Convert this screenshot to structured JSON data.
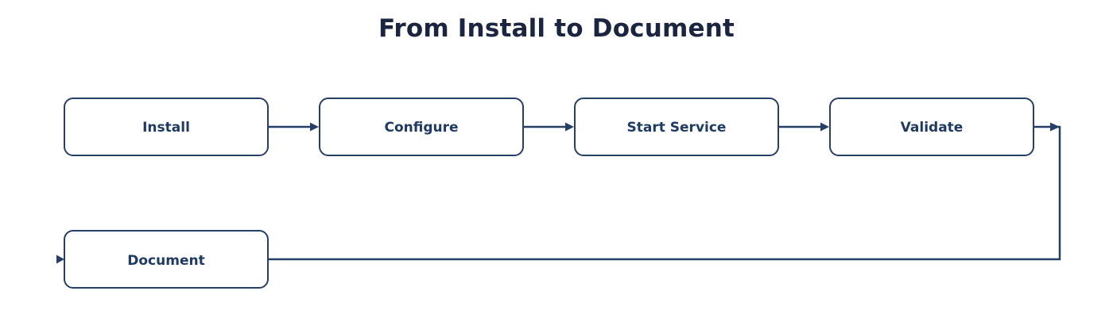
{
  "title": "From Install to Document",
  "nodes": [
    {
      "id": "install",
      "label": "Install"
    },
    {
      "id": "configure",
      "label": "Configure"
    },
    {
      "id": "start-service",
      "label": "Start Service"
    },
    {
      "id": "validate",
      "label": "Validate"
    },
    {
      "id": "document",
      "label": "Document"
    }
  ],
  "edges": [
    {
      "from": "install",
      "to": "configure"
    },
    {
      "from": "configure",
      "to": "start-service"
    },
    {
      "from": "start-service",
      "to": "validate"
    },
    {
      "from": "validate",
      "to": "document"
    }
  ],
  "colors": {
    "stroke": "#263f66",
    "label": "#1f3b63",
    "title": "#1b2540",
    "background": "#ffffff"
  }
}
